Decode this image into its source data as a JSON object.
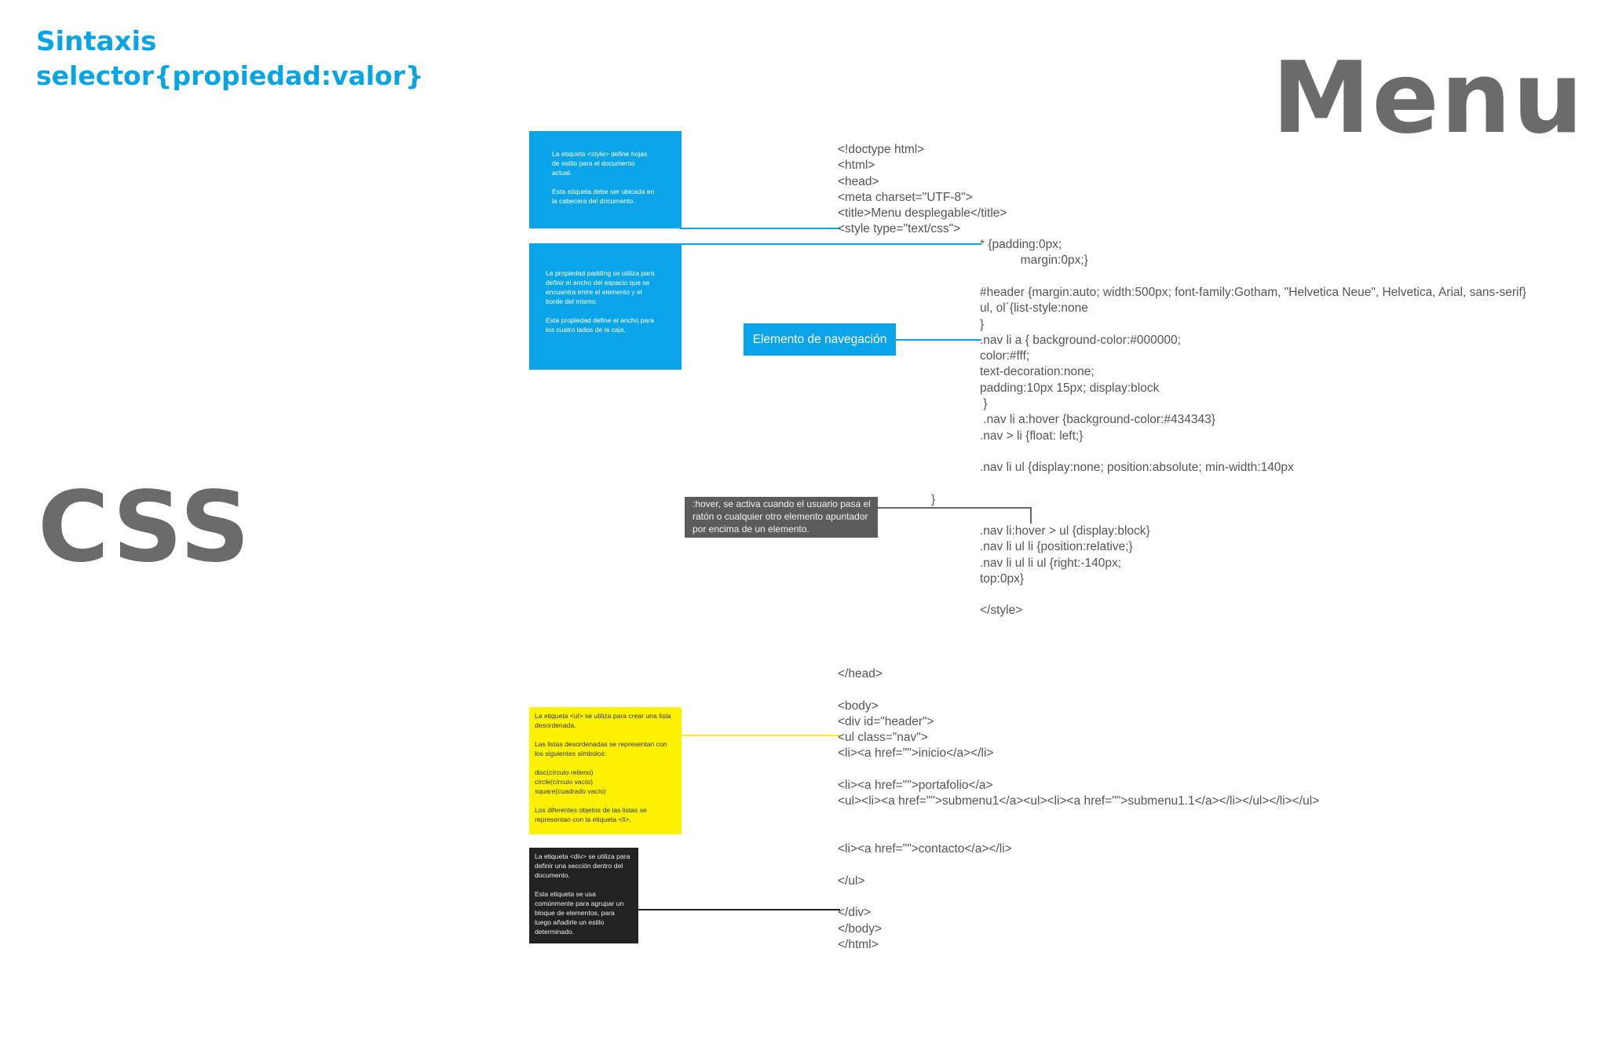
{
  "headings": {
    "sintaxis": "Sintaxis",
    "syntax_formula": "selector{propiedad:valor}",
    "menu": "Menu",
    "css": "CSS"
  },
  "notes": {
    "style_tag": "La etiqueta <style> define hojas\nde estilo para el documento\nactual.\n\nEsta etiqueta debe ser ubicada en\nla cabecera del documento.",
    "padding": "La propiedad padding se utiliza para\ndefinir el ancho del espacio que se\nencuentra entre el elemento y el\nborde del mismo.\n\nEsta propiedad define el ancho para\nlos cuatro lados de la caja.",
    "nav_element": "Elemento de navegación",
    "hover": ":hover, se activa cuando el usuario pasa el\nratón o cualquier otro elemento apuntador\npor encima de un elemento.",
    "ul_tag": "La etiqueta <ul> se utiliza para crear una lista\ndesordenada.\n\nLas listas desordenadas se representan con\nlos siguientes símbolos:\n\ndisc(círculo relleno)\ncircle(círculo vacío)\nsquare(cuadrado vacío)\n\nLos diferentes objetos de las listas se\nrepresentan con la etiqueta <li>.",
    "div_tag": "La etiqueta <div> se utiliza para\ndefinir una sección dentro del\ndocumento.\n\nEsta etiqueta se usa\ncomúnmente para agrupar un\nbloque de elementos, para\nluego añadirle un estilo\ndeterminado."
  },
  "code": {
    "head_block": "<!doctype html>\n<html>\n<head>\n<meta charset=\"UTF-8\">\n<title>Menu desplegable</title>\n<style type=\"text/css\">",
    "css_reset": "* {padding:0px;\n            margin:0px;}",
    "css_header": "#header {margin:auto; width:500px; font-family:Gotham, \"Helvetica Neue\", Helvetica, Arial, sans-serif}\nul, ol´{list-style:none\n}\n.nav li a { background-color:#000000;\ncolor:#fff;\ntext-decoration:none;\npadding:10px 15px; display:block\n }\n .nav li a:hover {background-color:#434343}\n.nav > li {float: left;}\n\n.nav li ul {display:none; position:absolute; min-width:140px",
    "closing_brace": "}",
    "css_submenu": ".nav li:hover > ul {display:block}\n.nav li ul li {position:relative;}\n.nav li ul li ul {right:-140px;\ntop:0px}\n\n</style>",
    "body_block": "</head>\n\n<body>\n<div id=\"header\">\n<ul class=\"nav\">\n<li><a href=\"\">inicio</a></li>\n\n<li><a href=\"\">portafolio</a>\n<ul><li><a href=\"\">submenu1</a><ul><li><a href=\"\">submenu1.1</a></li></ul></li></ul>\n\n\n<li><a href=\"\">contacto</a></li>\n\n</ul>\n\n</div>\n</body>\n</html>"
  },
  "colors": {
    "heading_blue": "#0aa5e0",
    "title_grey": "#6b6b6b",
    "note_blue": "#0aa5e8",
    "note_yellow": "#fff200",
    "note_black": "#222222",
    "note_grey": "#5c5c5c",
    "code_text": "#555555"
  }
}
